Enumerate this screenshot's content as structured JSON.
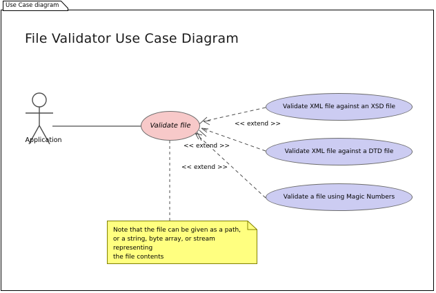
{
  "window": {
    "tab_label": "Use Case diagram"
  },
  "diagram": {
    "title": "File Validator Use Case Diagram",
    "type": "uml-use-case-diagram",
    "actors": [
      {
        "name": "Application",
        "icon": "stick-figure-actor-icon"
      }
    ],
    "use_cases": {
      "base": {
        "label": "Validate file",
        "fill": "#f7c9c9",
        "stroke": "#6b6b6b",
        "italic": true
      },
      "extensions": [
        {
          "label": "Validate XML file against an XSD file",
          "fill": "#ccccf2",
          "stroke": "#6b6b6b"
        },
        {
          "label": "Validate XML file against a DTD file",
          "fill": "#ccccf2",
          "stroke": "#6b6b6b"
        },
        {
          "label": "Validate a file using Magic Numbers",
          "fill": "#ccccf2",
          "stroke": "#6b6b6b"
        }
      ]
    },
    "relationships": [
      {
        "stereotype": "<< extend >>",
        "from": "Validate XML file against an XSD file",
        "to": "Validate file"
      },
      {
        "stereotype": "<< extend >>",
        "from": "Validate XML file against a DTD file",
        "to": "Validate file"
      },
      {
        "stereotype": "<< extend >>",
        "from": "Validate a file using Magic Numbers",
        "to": "Validate file"
      }
    ],
    "note": {
      "line1": "Note that the file can be given as a path,",
      "line2": "or a string, byte array, or stream representing",
      "line3": "the file contents",
      "fill": "#ffff80",
      "stroke": "#808000"
    }
  }
}
